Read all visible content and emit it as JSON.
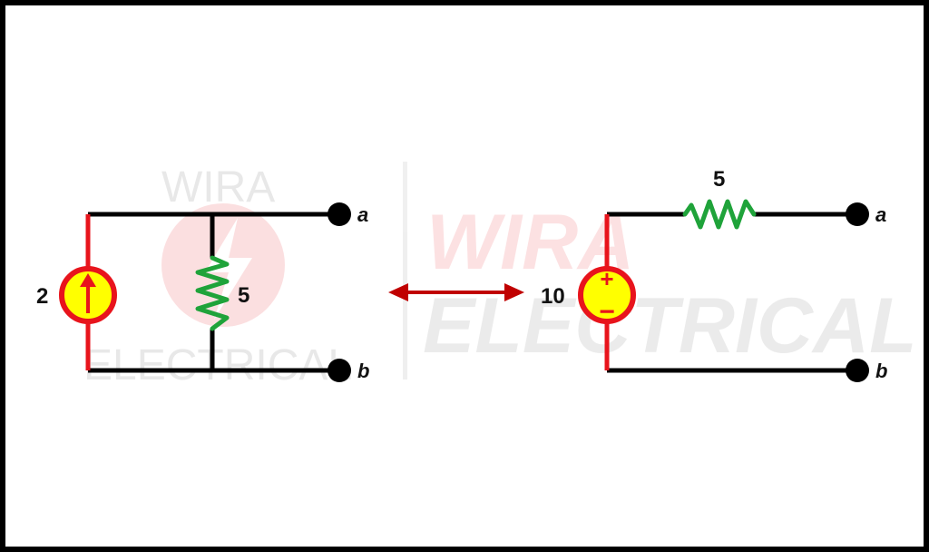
{
  "watermark": {
    "left_top": "WIRA",
    "left_bottom": "ELECTRICAL",
    "right_top": "WIRA",
    "right_bottom": "ELECTRICAL"
  },
  "norton": {
    "source_value": "2",
    "resistor_value": "5",
    "terminal_a": "a",
    "terminal_b": "b"
  },
  "thevenin": {
    "source_value": "10",
    "resistor_value": "5",
    "terminal_a": "a",
    "terminal_b": "b",
    "plus_sign": "+",
    "minus_sign": "−"
  },
  "colors": {
    "wire": "#000000",
    "source_wire": "#e8141c",
    "source_fill": "#ffff00",
    "resistor": "#1fa33a",
    "arrow": "#c00000",
    "frame": "#000000"
  }
}
